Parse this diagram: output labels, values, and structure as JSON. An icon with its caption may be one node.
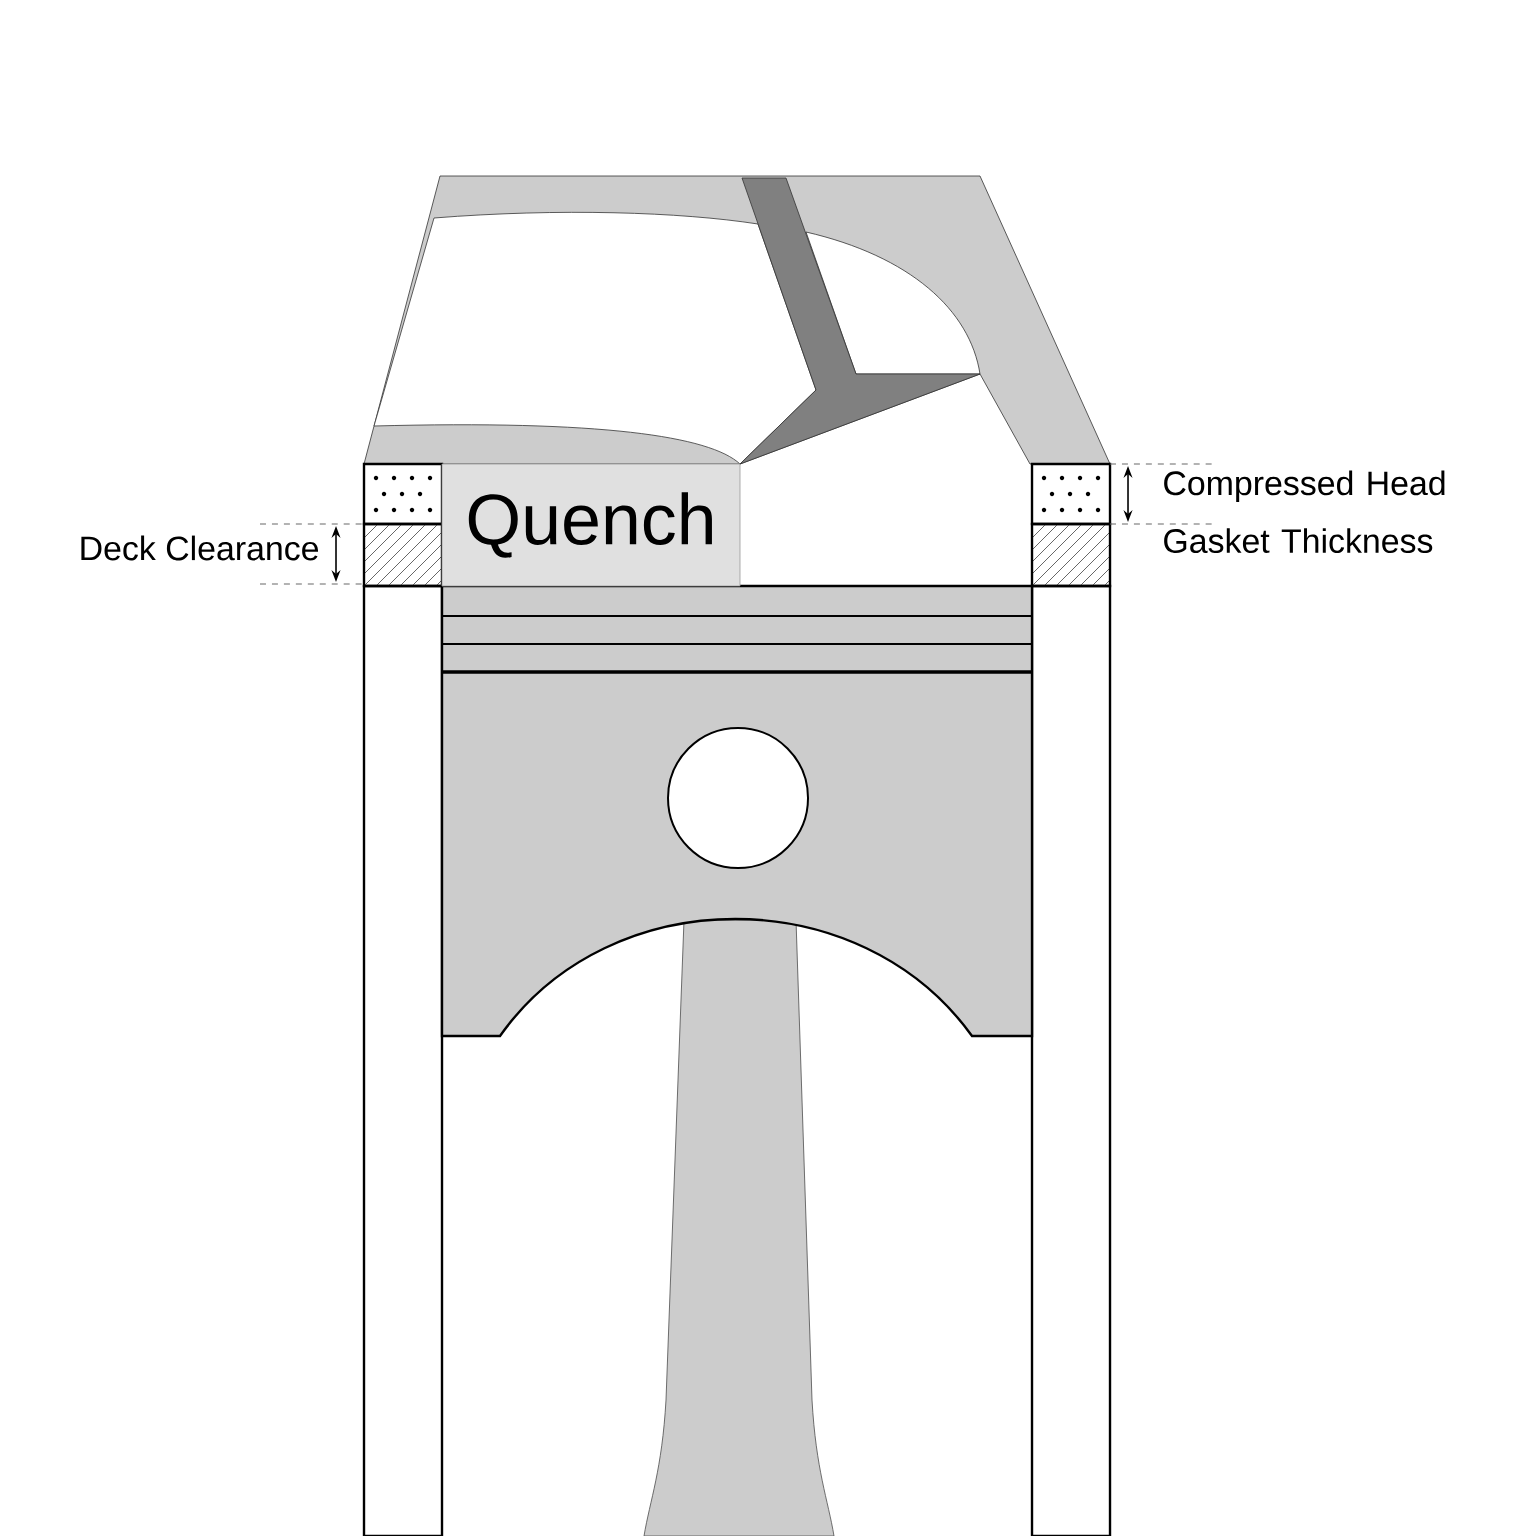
{
  "diagram": {
    "nodes": [
      {
        "text": [
          "Quench"
        ]
      }
    ],
    "labels": [
      "Deck Clearance",
      "Compressed Head Gasket Thickness"
    ]
  }
}
